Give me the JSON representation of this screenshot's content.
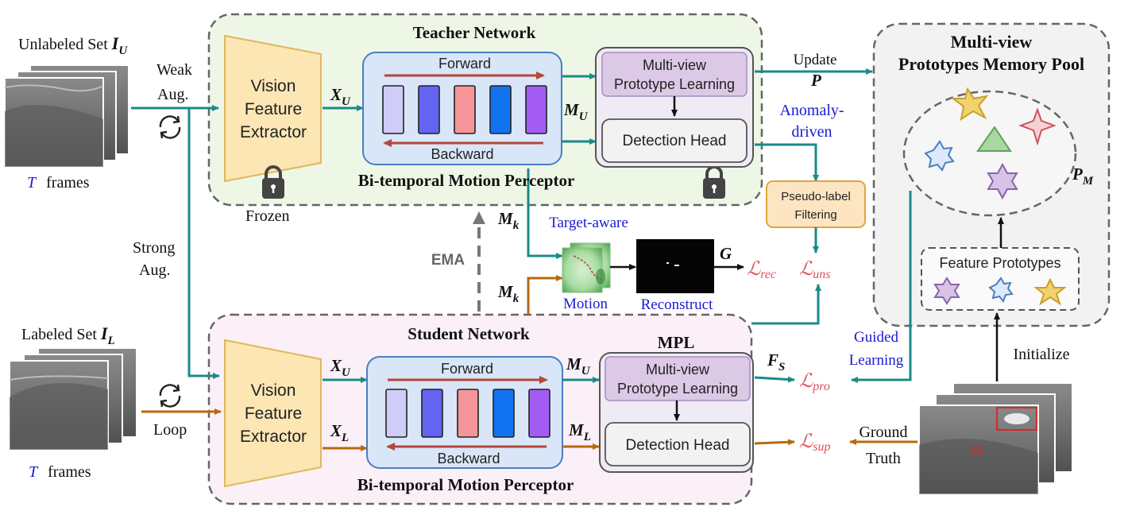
{
  "colors": {
    "teal": "#1b8a8a",
    "orange": "#b8690f",
    "brown_red": "#b5463a",
    "blue_text": "#1a1ad6",
    "loss_red": "#e0505a",
    "teacher_bg": "#eef7e6",
    "student_bg": "#fbf0f7",
    "pool_bg": "#f2f2f2",
    "perceptor_bg": "#d8e6f8",
    "extractor_fill": "#fbe6b4",
    "mpl_bg": "#efeaf3",
    "mpl_inner": "#dcc9e6",
    "pseudo_fill": "#fde5c2"
  },
  "left": {
    "unlabeled_set": "Unlabeled Set",
    "unlabeled_sym": "I",
    "unlabeled_sub": "U",
    "weak_aug_1": "Weak",
    "weak_aug_2": "Aug.",
    "t_frames_top": "frames",
    "t_symbol": "T",
    "strong_aug_1": "Strong",
    "strong_aug_2": "Aug.",
    "labeled_set": "Labeled Set",
    "labeled_sym": "I",
    "labeled_sub": "L",
    "loop": "Loop",
    "t_frames_bottom": "frames",
    "frozen": "Frozen"
  },
  "teacher": {
    "title": "Teacher Network",
    "extractor": [
      "Vision",
      "Feature",
      "Extractor"
    ],
    "xu_sym": "X",
    "xu_sub": "U",
    "forward": "Forward",
    "backward": "Backward",
    "mu_sym": "M",
    "mu_sub": "U",
    "perceptor": "Bi-temporal Motion Perceptor",
    "mpl_line1": "Multi-view",
    "mpl_line2": "Prototype Learning",
    "head": "Detection Head"
  },
  "middle": {
    "update": "Update",
    "p_sym": "P",
    "anomaly_1": "Anomaly-",
    "anomaly_2": "driven",
    "pseudo_1": "Pseudo-label",
    "pseudo_2": "Filtering",
    "mk_sym": "M",
    "mk_sub": "k",
    "target_aware": "Target-aware",
    "ema": "EMA",
    "motion": "Motion",
    "reconstruct": "Reconstruct",
    "g_sym": "G",
    "l_sym": "ℒ",
    "rec_sub": "rec",
    "uns_sub": "uns",
    "fs_sym": "F",
    "fs_sub": "S",
    "pro_sub": "pro",
    "sup_sub": "sup"
  },
  "student": {
    "title": "Student Network",
    "extractor": [
      "Vision",
      "Feature",
      "Extractor"
    ],
    "xu_sym": "X",
    "xu_sub": "U",
    "xl_sym": "X",
    "xl_sub": "L",
    "forward": "Forward",
    "backward": "Backward",
    "mu_sym": "M",
    "mu_sub": "U",
    "ml_sym": "M",
    "ml_sub": "L",
    "perceptor": "Bi-temporal Motion Perceptor",
    "mpl_title": "MPL",
    "mpl_line1": "Multi-view",
    "mpl_line2": "Prototype Learning",
    "head": "Detection Head"
  },
  "pool": {
    "title_1": "Multi-view",
    "title_2": "Prototypes Memory Pool",
    "pm_sym": "P",
    "pm_sub": "M",
    "feature_prototypes": "Feature Prototypes",
    "initialize": "Initialize",
    "guided_1": "Guided",
    "guided_2": "Learning",
    "ground_1": "Ground",
    "ground_2": "Truth"
  },
  "feature_bars": [
    "#cfcdf7",
    "#6464f2",
    "#f5959a",
    "#1273f0",
    "#a25cf4"
  ]
}
